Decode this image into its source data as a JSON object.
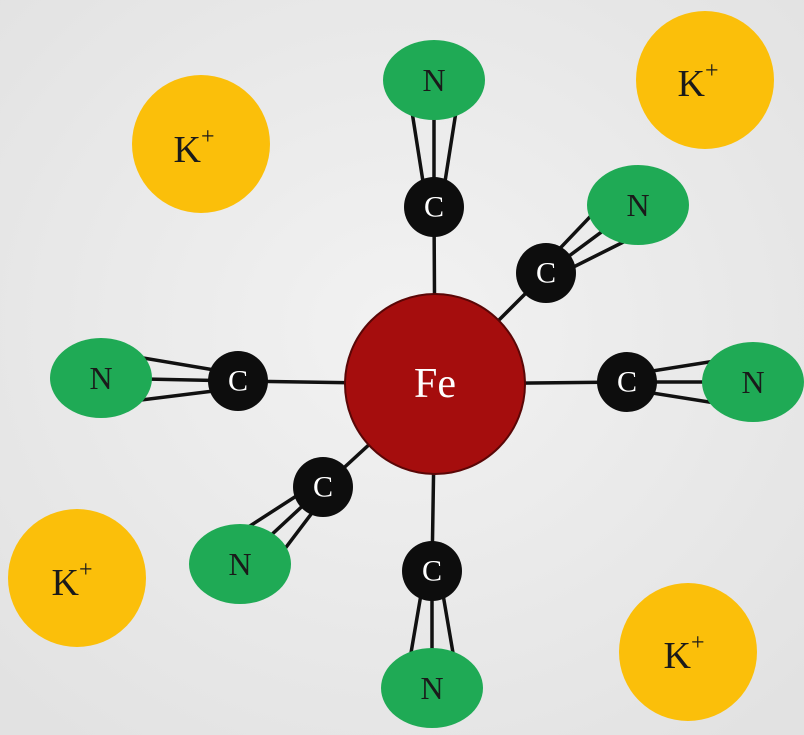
{
  "colors": {
    "background": "#ececec",
    "iron": "#a50d0d",
    "carbon": "#0d0d0d",
    "nitrogen": "#1faa55",
    "potassium": "#fbbf0a",
    "bond": "#111111"
  },
  "center": {
    "label": "Fe"
  },
  "ligands": [
    {
      "carbon_label": "C",
      "nitrogen_label": "N"
    },
    {
      "carbon_label": "C",
      "nitrogen_label": "N"
    },
    {
      "carbon_label": "C",
      "nitrogen_label": "N"
    },
    {
      "carbon_label": "C",
      "nitrogen_label": "N"
    },
    {
      "carbon_label": "C",
      "nitrogen_label": "N"
    },
    {
      "carbon_label": "C",
      "nitrogen_label": "N"
    }
  ],
  "counterions": [
    {
      "symbol": "K",
      "charge": "+"
    },
    {
      "symbol": "K",
      "charge": "+"
    },
    {
      "symbol": "K",
      "charge": "+"
    },
    {
      "symbol": "K",
      "charge": "+"
    }
  ]
}
